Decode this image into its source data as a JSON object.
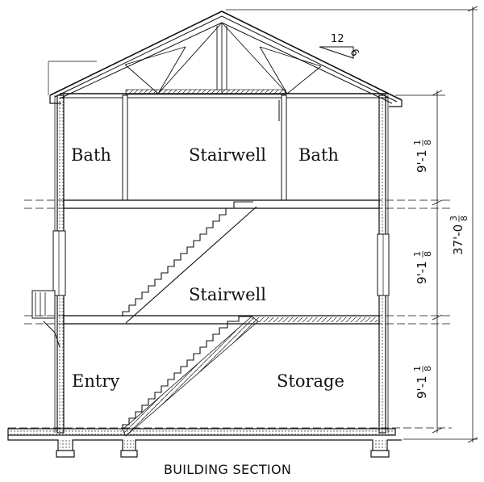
{
  "caption": "BUILDING SECTION",
  "rooms": {
    "bath_left": "Bath",
    "stairwell_upper": "Stairwell",
    "bath_right": "Bath",
    "stairwell_middle": "Stairwell",
    "entry": "Entry",
    "storage": "Storage"
  },
  "roof_pitch": {
    "rise": "6",
    "run": "12"
  },
  "dimensions": {
    "upper_floor": {
      "feet": "9'-1",
      "num": "1",
      "den": "8"
    },
    "middle_floor": {
      "feet": "9'-1",
      "num": "1",
      "den": "8"
    },
    "lower_floor": {
      "feet": "9'-1",
      "num": "1",
      "den": "8"
    },
    "overall": {
      "feet": "37'-0",
      "num": "3",
      "den": "8"
    }
  }
}
